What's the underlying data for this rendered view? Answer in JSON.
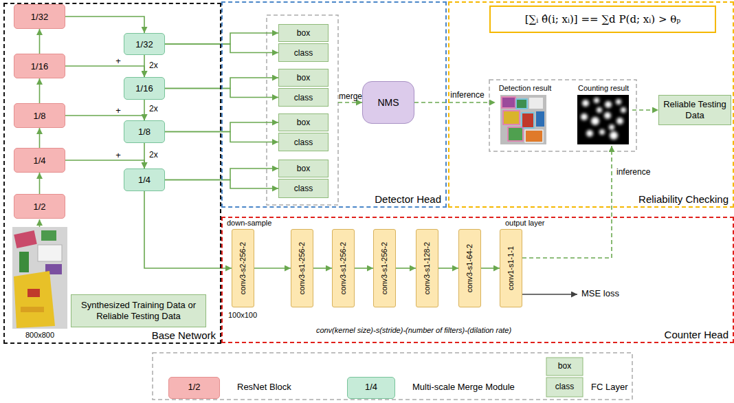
{
  "diagram": {
    "nodes": [
      {
        "text": [
          "Base Network"
        ]
      },
      {
        "text": [
          "1/32"
        ],
        "in": 0
      },
      {
        "text": [
          "1/16"
        ],
        "in": 0
      },
      {
        "text": [
          "1/8"
        ],
        "in": 0
      },
      {
        "text": [
          "1/4"
        ],
        "in": 0
      },
      {
        "text": [
          "1/2"
        ],
        "in": 0
      },
      {
        "text": [
          "1/32"
        ],
        "in": 0
      },
      {
        "text": [
          "1/16"
        ],
        "in": 0
      },
      {
        "text": [
          "1/8"
        ],
        "in": 0
      },
      {
        "text": [
          "1/4"
        ],
        "in": 0
      },
      {
        "text": [
          "Synthesized Training Data or Reliable Testing Data"
        ],
        "in": 0
      },
      {
        "text": [
          "Detector Head"
        ]
      },
      {
        "text": [
          "box"
        ],
        "in": 11
      },
      {
        "text": [
          "class"
        ],
        "in": 11
      },
      {
        "text": [
          "box"
        ],
        "in": 11
      },
      {
        "text": [
          "class"
        ],
        "in": 11
      },
      {
        "text": [
          "box"
        ],
        "in": 11
      },
      {
        "text": [
          "class"
        ],
        "in": 11
      },
      {
        "text": [
          "box"
        ],
        "in": 11
      },
      {
        "text": [
          "class"
        ],
        "in": 11
      },
      {
        "text": [
          "NMS"
        ],
        "in": 11
      },
      {
        "text": [
          "Reliability Checking"
        ]
      },
      {
        "text": [
          "[∑ᵢ θ̂(i; xᵢ)] == ∑d P(d; xᵢ) > θₚ"
        ],
        "in": 21
      },
      {
        "text": [
          "Detection result"
        ],
        "in": 21
      },
      {
        "text": [
          "Counting result"
        ],
        "in": 21
      },
      {
        "text": [
          "Reliable Testing Data"
        ],
        "in": 21
      },
      {
        "text": [
          "Counter Head"
        ]
      },
      {
        "text": [
          "conv3-s2-256-2"
        ],
        "in": 26
      },
      {
        "text": [
          "conv3-s1-256-2"
        ],
        "in": 26
      },
      {
        "text": [
          "conv3-s1-256-2"
        ],
        "in": 26
      },
      {
        "text": [
          "conv3-s1-256-2"
        ],
        "in": 26
      },
      {
        "text": [
          "conv3-s1-128-2"
        ],
        "in": 26
      },
      {
        "text": [
          "conv3-s1-64-2"
        ],
        "in": 26
      },
      {
        "text": [
          "conv1-s1-1-1"
        ],
        "in": 26
      }
    ],
    "edges": [
      {
        "from": 5,
        "to": 4,
        "arrow": "to"
      },
      {
        "from": 4,
        "to": 3,
        "arrow": "to"
      },
      {
        "from": 3,
        "to": 2,
        "arrow": "to"
      },
      {
        "from": 2,
        "to": 1,
        "arrow": "to"
      },
      {
        "from": 1,
        "to": 6,
        "arrow": "to"
      },
      {
        "from": 6,
        "to": 7,
        "label": "2x",
        "arrow": "to"
      },
      {
        "from": 2,
        "to": 7,
        "arrow": "to"
      },
      {
        "from": 7,
        "to": 8,
        "label": "2x",
        "arrow": "to"
      },
      {
        "from": 3,
        "to": 8,
        "arrow": "to"
      },
      {
        "from": 8,
        "to": 9,
        "label": "2x",
        "arrow": "to"
      },
      {
        "from": 4,
        "to": 9,
        "arrow": "to"
      },
      {
        "from": 6,
        "to": 12,
        "arrow": "to"
      },
      {
        "from": 6,
        "to": 13,
        "arrow": "to"
      },
      {
        "from": 7,
        "to": 14,
        "arrow": "to"
      },
      {
        "from": 7,
        "to": 15,
        "arrow": "to"
      },
      {
        "from": 8,
        "to": 16,
        "arrow": "to"
      },
      {
        "from": 8,
        "to": 17,
        "arrow": "to"
      },
      {
        "from": 9,
        "to": 18,
        "arrow": "to"
      },
      {
        "from": 9,
        "to": 19,
        "arrow": "to"
      },
      {
        "from": 9,
        "to": 27,
        "arrow": "to"
      },
      {
        "from": 27,
        "to": 28,
        "arrow": "to"
      },
      {
        "from": 28,
        "to": 29,
        "arrow": "to"
      },
      {
        "from": 29,
        "to": 30,
        "arrow": "to"
      },
      {
        "from": 30,
        "to": 31,
        "arrow": "to"
      },
      {
        "from": 31,
        "to": 32,
        "arrow": "to"
      },
      {
        "from": 32,
        "to": 33,
        "arrow": "to"
      },
      {
        "from": 20,
        "to": 23,
        "label": "inference",
        "arrow": "to"
      },
      {
        "from": 33,
        "to": 24,
        "label": "inference",
        "arrow": "to"
      },
      {
        "from": 24,
        "to": 25,
        "arrow": "to"
      }
    ],
    "labels": [
      "+",
      "+",
      "+",
      "merge",
      "800x800",
      "down-sample",
      "100x100",
      "output layer",
      "conv(kernel size)-s(stride)-(number of filters)-(dilation rate)",
      "MSE loss",
      "1/2",
      "1/4",
      "box",
      "class"
    ],
    "legend": [
      {
        "text": "ResNet Block",
        "color": "#f6b5b5"
      },
      {
        "text": "Multi-scale Merge Module",
        "color": "#c6ebd8"
      },
      {
        "text": "FC Layer"
      }
    ]
  }
}
